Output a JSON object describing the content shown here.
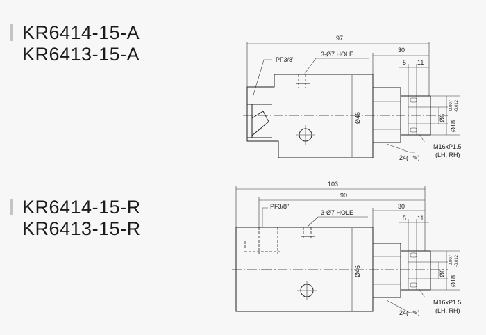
{
  "top_model": {
    "names": [
      "KR6414-15-A",
      "KR6413-15-A"
    ],
    "dims": {
      "overall": "97",
      "right_len": "30",
      "step_a": "5",
      "step_b": "11",
      "port": "PF3/8\"",
      "holes": "3-Ø7 HOLE",
      "body_dia": "Ø46",
      "shaft_small": "Ø6",
      "shaft_large": "Ø18",
      "tol_upper": "-0.007",
      "tol_lower": "-0.012",
      "hex": "24(",
      "thread": "M16xP1.5",
      "thread_dir": "(LH, RH)"
    }
  },
  "bottom_model": {
    "names": [
      "KR6414-15-R",
      "KR6413-15-R"
    ],
    "dims": {
      "overall": "103",
      "mid_len": "90",
      "right_len": "30",
      "step_a": "5",
      "step_b": "11",
      "port": "PF3/8\"",
      "holes": "3-Ø7 HOLE",
      "body_dia": "Ø46",
      "shaft_small": "Ø6",
      "shaft_large": "Ø18",
      "tol_upper": "-0.007",
      "tol_lower": "-0.012",
      "hex": "24(",
      "thread": "M16xP1.5",
      "thread_dir": "(LH, RH)"
    }
  }
}
